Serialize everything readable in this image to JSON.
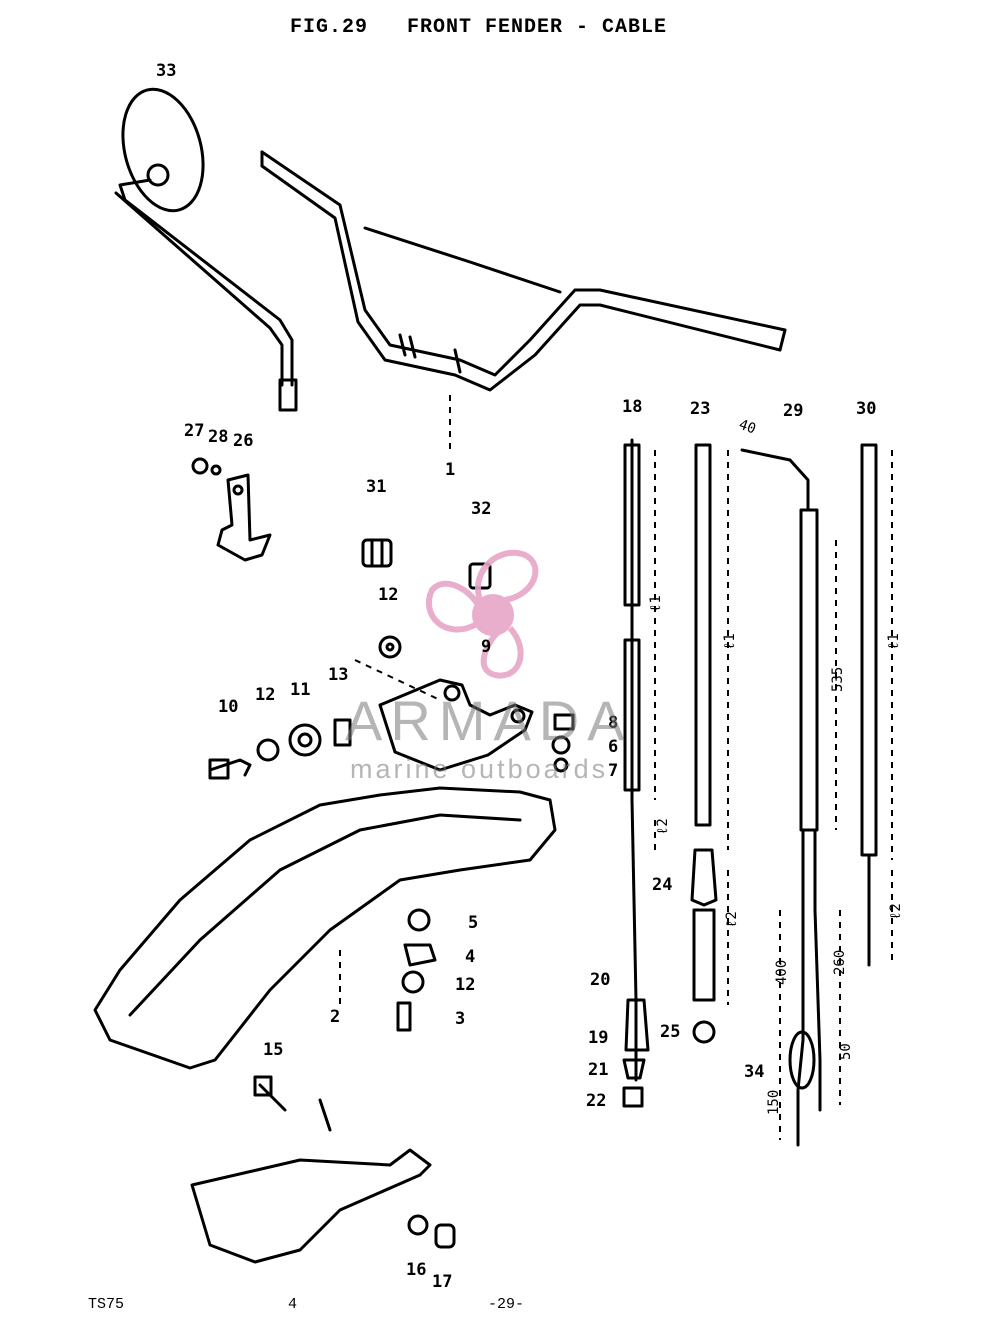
{
  "title": "FIG.29   FRONT FENDER - CABLE",
  "footer": {
    "model": "TS75",
    "mark": "4",
    "page": "-29-"
  },
  "watermark": {
    "brand": "ARMADA",
    "tagline": "marine outboards",
    "logo_color": "#e8a6c8"
  },
  "callouts": [
    "33",
    "1",
    "27",
    "28",
    "26",
    "31",
    "32",
    "12",
    "9",
    "13",
    "12",
    "11",
    "10",
    "8",
    "6",
    "7",
    "5",
    "4",
    "12",
    "2",
    "3",
    "15",
    "16",
    "17",
    "18",
    "23",
    "29",
    "30",
    "24",
    "20",
    "19",
    "21",
    "22",
    "25",
    "34"
  ],
  "dimensions": [
    "40",
    "ℓ1",
    "ℓ2",
    "ℓ1",
    "ℓ2",
    "535",
    "ℓ1",
    "ℓ2",
    "400",
    "260",
    "50",
    "150"
  ]
}
